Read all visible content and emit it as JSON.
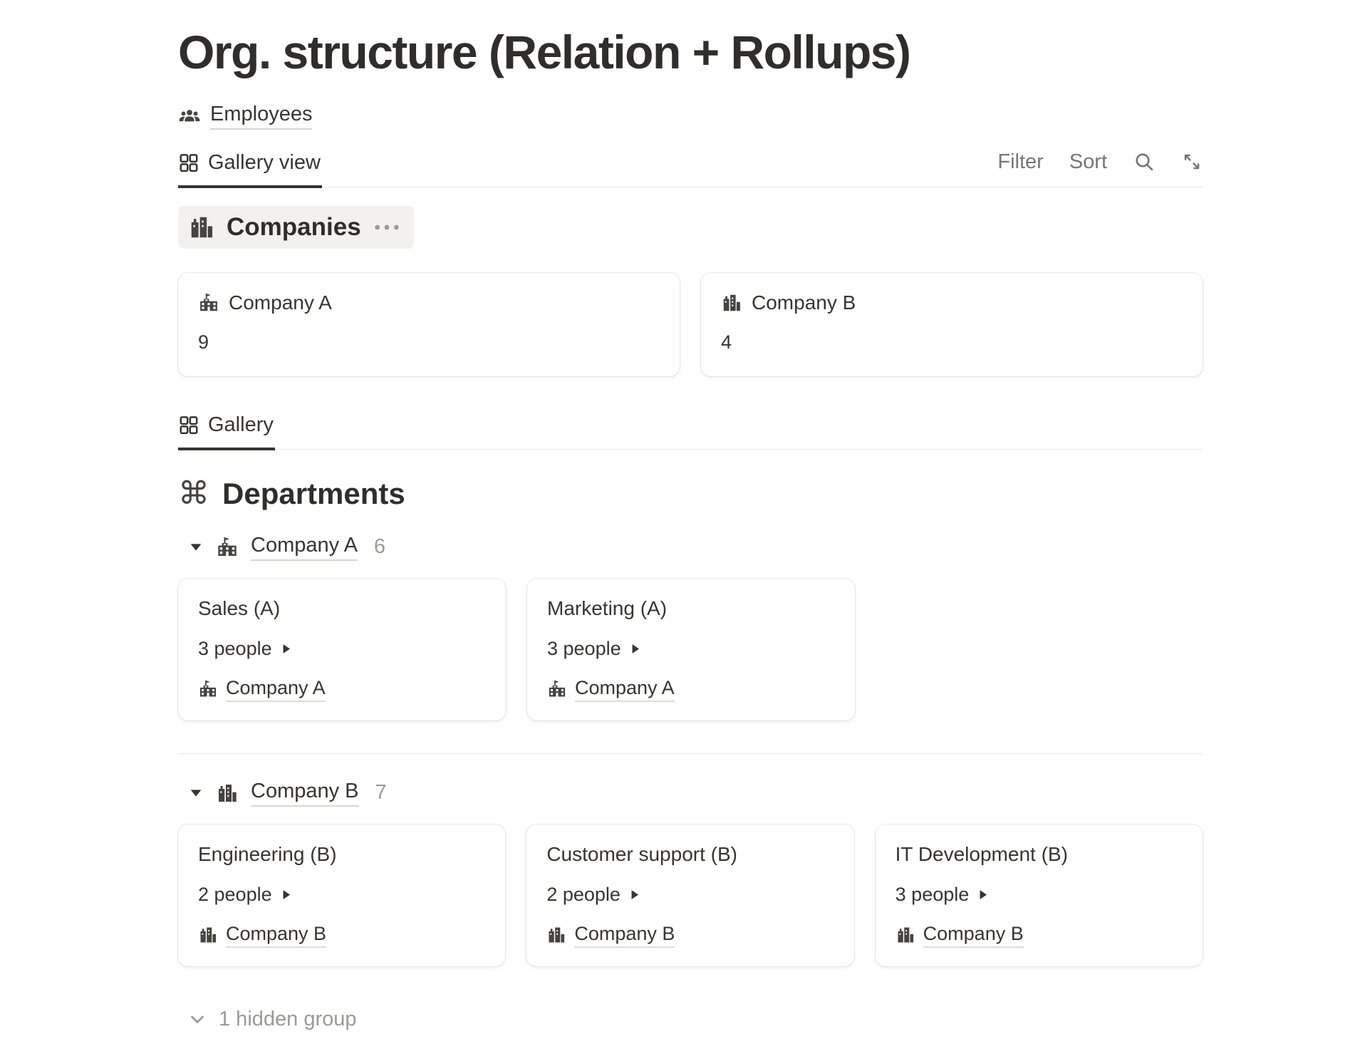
{
  "page": {
    "title": "Org. structure (Relation + Rollups)"
  },
  "nav": {
    "employees_link": "Employees"
  },
  "toolbar": {
    "view_tab": "Gallery view",
    "filter": "Filter",
    "sort": "Sort"
  },
  "icons": {
    "command_glyph": "⌘"
  },
  "companies": {
    "title": "Companies",
    "cards": [
      {
        "name": "Company A",
        "value": "9",
        "icon": "school-icon"
      },
      {
        "name": "Company B",
        "value": "4",
        "icon": "city-icon"
      }
    ]
  },
  "departments": {
    "view_tab": "Gallery",
    "title": "Departments",
    "groups": [
      {
        "name": "Company A",
        "count": "6",
        "icon": "school-icon",
        "cards": [
          {
            "title": "Sales (A)",
            "people": "3 people",
            "company": "Company A"
          },
          {
            "title": "Marketing (A)",
            "people": "3 people",
            "company": "Company A"
          }
        ]
      },
      {
        "name": "Company B",
        "count": "7",
        "icon": "city-icon",
        "cards": [
          {
            "title": "Engineering (B)",
            "people": "2 people",
            "company": "Company B"
          },
          {
            "title": "Customer support (B)",
            "people": "2 people",
            "company": "Company B"
          },
          {
            "title": "IT Development (B)",
            "people": "3 people",
            "company": "Company B"
          }
        ]
      }
    ],
    "hidden_label": "1 hidden group"
  },
  "colors": {
    "text": "#37352f",
    "muted": "#9b9a97",
    "toolbar_gray": "#787771",
    "divider": "#e9e9e7",
    "pill_bg": "#f2f1ee",
    "tab_underline": "#37352f"
  }
}
